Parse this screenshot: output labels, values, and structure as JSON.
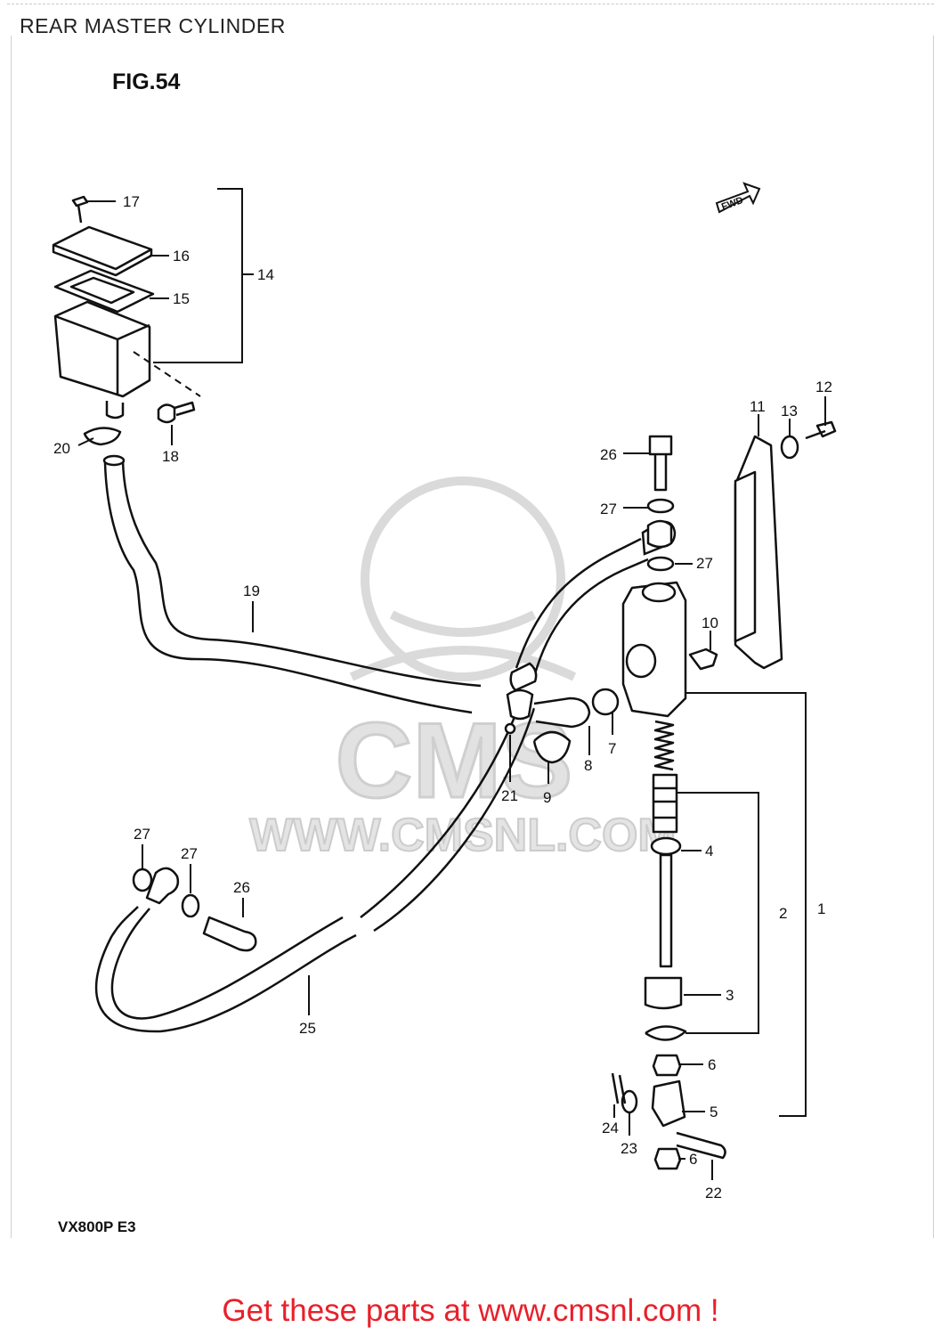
{
  "page": {
    "title": "REAR MASTER CYLINDER"
  },
  "diagram": {
    "figure_label": "FIG.54",
    "model_code": "VX800P E3",
    "fwd_label": "FWD",
    "watermark": {
      "text": "WWW.CMSNL.COM",
      "logo_text": "CMS",
      "color": "#d9d9d9"
    },
    "part_labels": {
      "p1": "1",
      "p2": "2",
      "p3": "3",
      "p4": "4",
      "p5": "5",
      "p6a": "6",
      "p6b": "6",
      "p7": "7",
      "p8": "8",
      "p9": "9",
      "p10": "10",
      "p11": "11",
      "p12": "12",
      "p13": "13",
      "p14": "14",
      "p15": "15",
      "p16": "16",
      "p17": "17",
      "p18": "18",
      "p19": "19",
      "p20": "20",
      "p21": "21",
      "p22": "22",
      "p23": "23",
      "p24": "24",
      "p25": "25",
      "p26a": "26",
      "p26b": "26",
      "p27a": "27",
      "p27b": "27",
      "p27c": "27",
      "p27d": "27"
    }
  },
  "footer": {
    "text": "Get these parts at www.cmsnl.com !",
    "color": "#e8202a"
  }
}
